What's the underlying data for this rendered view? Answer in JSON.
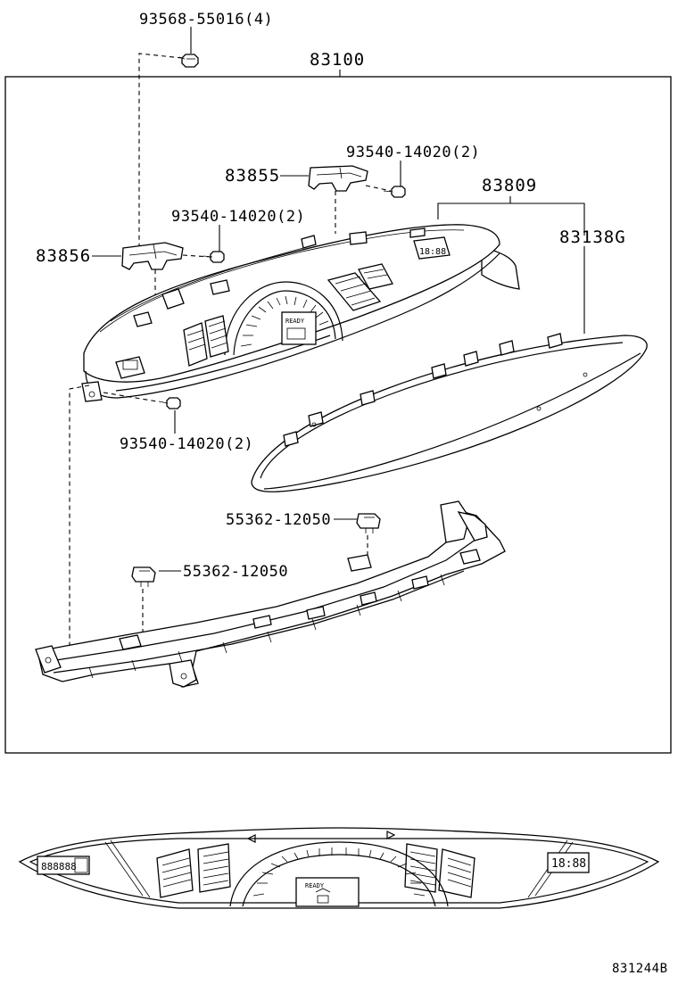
{
  "diagram": {
    "labels": {
      "bolt_top": "93568-55016(4)",
      "assembly": "83100",
      "screw_right": "93540-14020(2)",
      "bracket_right": "83855",
      "cluster_case": "83809",
      "screw_left": "93540-14020(2)",
      "lens": "83138G",
      "bracket_left": "83856",
      "screw_bottom": "93540-14020(2)",
      "clip_upper": "55362-12050",
      "clip_lower": "55362-12050",
      "figure_code": "831244B"
    },
    "display_texts": {
      "clock_upper": "18:88",
      "clock_lower": "18:88",
      "gauge_text_upper": "READY",
      "gauge_text_lower": "READY",
      "odometer": "888888"
    }
  }
}
